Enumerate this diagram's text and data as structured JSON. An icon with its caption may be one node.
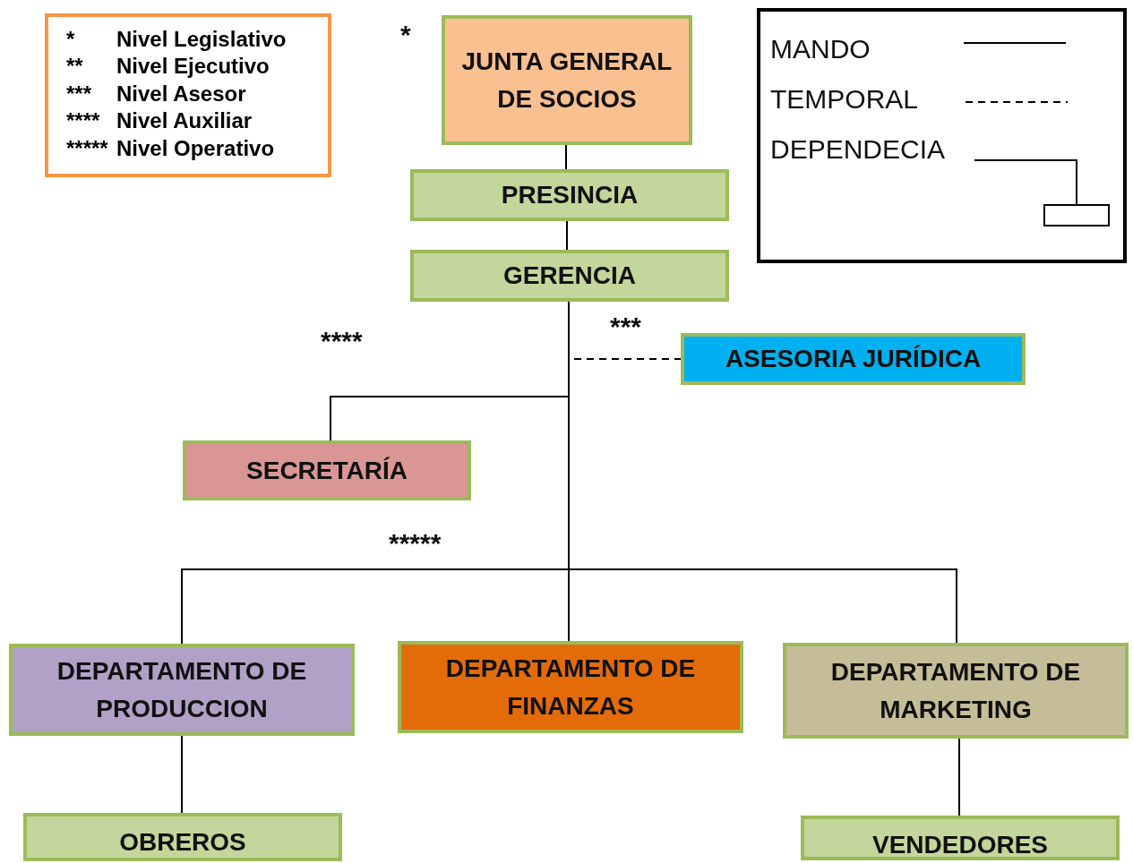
{
  "diagram": {
    "nodes": [
      {
        "text": [
          "*",
          "Nivel Legislativo",
          "**",
          "Nivel Ejecutivo",
          "***",
          "Nivel Asesor",
          "****",
          "Nivel Auxiliar",
          "*****",
          "Nivel Operativo"
        ]
      },
      {
        "text": [
          "JUNTA GENERAL DE SOCIOS"
        ],
        "beside": [
          "*"
        ]
      },
      {
        "text": [
          "PRESINCIA"
        ]
      },
      {
        "text": [
          "GERENCIA"
        ]
      },
      {
        "text": [
          "ASESORIA JURÍDICA"
        ]
      },
      {
        "text": [
          "SECRETARÍA"
        ]
      },
      {
        "text": [
          "DEPARTAMENTO DE PRODUCCION"
        ]
      },
      {
        "text": [
          "DEPARTAMENTO DE FINANZAS"
        ]
      },
      {
        "text": [
          "DEPARTAMENTO DE MARKETING"
        ]
      },
      {
        "text": [
          "OBREROS"
        ]
      },
      {
        "text": [
          "VENDEDORES"
        ]
      }
    ],
    "edges": [
      {
        "from": 1,
        "to": 2,
        "arrow": "none"
      },
      {
        "from": 2,
        "to": 3,
        "arrow": "none"
      },
      {
        "from": 3,
        "to": 4,
        "arrow": "none",
        "style": "dashed"
      },
      {
        "from": 3,
        "to": 5,
        "arrow": "none"
      },
      {
        "from": 3,
        "to": 6,
        "arrow": "none"
      },
      {
        "from": 3,
        "to": 7,
        "arrow": "none"
      },
      {
        "from": 3,
        "to": 8,
        "arrow": "none"
      },
      {
        "from": 6,
        "to": 9,
        "arrow": "none"
      },
      {
        "from": 8,
        "to": 10,
        "arrow": "none"
      }
    ],
    "labels": [
      "****",
      "***",
      "*****"
    ],
    "legend": [
      {
        "text": "MANDO"
      },
      {
        "text": "TEMPORAL"
      },
      {
        "text": "DEPENDECIA"
      }
    ]
  }
}
